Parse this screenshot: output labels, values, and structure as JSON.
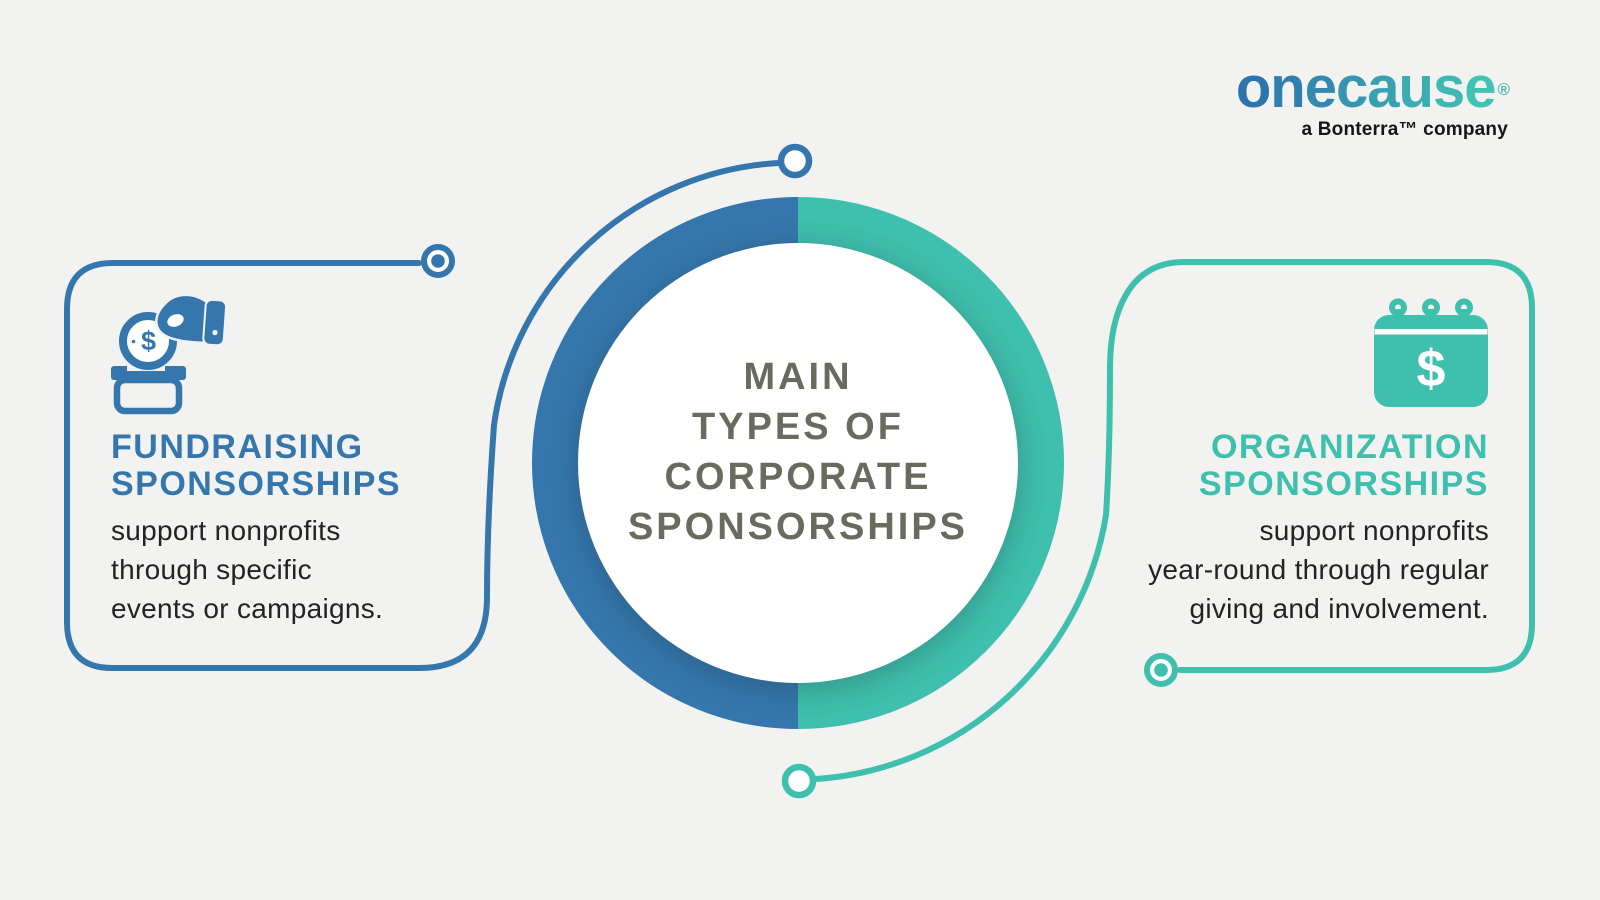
{
  "colors": {
    "background": "#f2f2f0",
    "blue": "#3577ac",
    "teal": "#3fbfad",
    "center_text": "#6b6a5e",
    "body_text": "#232323",
    "logo_tagline": "#161616",
    "registered_mark": "#4ab5ae"
  },
  "logo": {
    "brand": "onecause",
    "registered": "®",
    "tagline": "a Bonterra™ company",
    "letter_colors": [
      "#2d74ac",
      "#307fad",
      "#338aae",
      "#3696af",
      "#38a1b0",
      "#3bacb1",
      "#3eb8b2",
      "#41c3b4"
    ]
  },
  "center": {
    "title": "MAIN\nTYPES OF\nCORPORATE\nSPONSORSHIPS"
  },
  "left_card": {
    "icon": "donation-box-icon",
    "dollar": "$",
    "title": "FUNDRAISING\nSPONSORSHIPS",
    "body": "support nonprofits\nthrough specific\nevents or campaigns."
  },
  "right_card": {
    "icon": "dollar-calendar-icon",
    "dollar": "$",
    "title": "ORGANIZATION\nSPONSORSHIPS",
    "body": "support nonprofits\nyear-round through regular\ngiving and involvement."
  }
}
